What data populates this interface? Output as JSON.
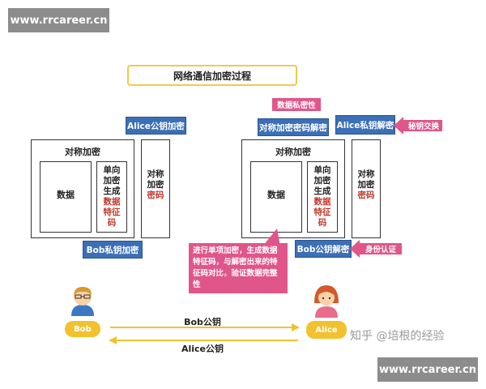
{
  "watermark": {
    "top": "www.rrcareer.cn",
    "bottom": "www.rrcareer.cn"
  },
  "title": "网络通信加密过程",
  "left": {
    "box_title": "对称加密",
    "data_label": "数据",
    "sig_lines_black": "单向\n加密\n生成",
    "sig_lines_red": "数据\n特征\n码",
    "side_black": "对称\n加密",
    "side_red": "密码",
    "alice_pub_encrypt": "Alice公钥加密",
    "bob_priv_encrypt": "Bob私钥加密"
  },
  "right": {
    "box_title": "对称加密",
    "data_label": "数据",
    "sig_lines_black": "单向\n加密\n生成",
    "sig_lines_red": "数据\n特征\n码",
    "side_black": "对称\n加密",
    "side_red": "密码",
    "data_privacy": "数据私密性",
    "sym_decrypt": "对称加密密码解密",
    "alice_priv_decrypt": "Alice私钥解密",
    "key_exchange": "秘钥交换",
    "bob_pub_decrypt": "Bob公钥解密",
    "identity": "身份认证",
    "verify_note": "进行单项加密，生成数据特征码，与解密出来的特征码对比，验证数据完整性"
  },
  "people": {
    "bob": "Bob",
    "alice": "Alice"
  },
  "arrows": {
    "bob_pub": "Bob公钥",
    "alice_pub": "Alice公钥"
  },
  "zhihu": "知乎 @培根的经验",
  "colors": {
    "blue": "#3b6fb6",
    "pink": "#e0558a",
    "yellow": "#f2c12e",
    "red": "#c0392b"
  }
}
